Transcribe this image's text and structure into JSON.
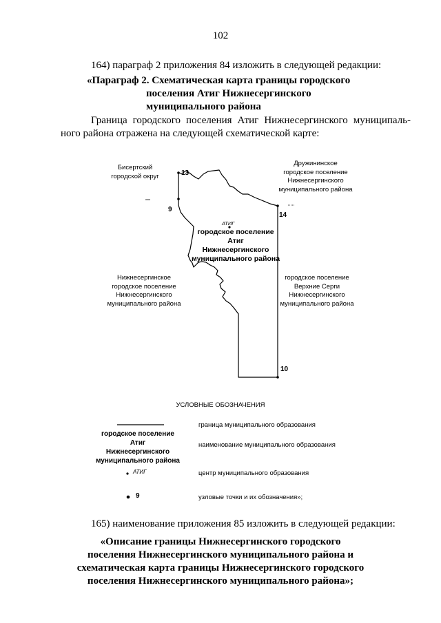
{
  "page_number": "102",
  "item164": {
    "intro": "164) параграф 2 приложения 84 изложить в следующей редакции:",
    "title_line1": "«Параграф 2. Схематическая карта границы городского",
    "title_line2": "поселения Атиг Нижнесергинского",
    "title_line3": "муниципального района",
    "body_line1": "Граница городского поселения Атиг Нижнесергинского муниципаль-",
    "body_line2": "ного района отражена на следующей схематической карте:"
  },
  "map": {
    "neighbors": {
      "top_left_line1": "Бисертский",
      "top_left_line2": "городской округ",
      "top_right_line1": "Дружининское",
      "top_right_line2": "городское поселение",
      "top_right_line3": "Нижнесергинского",
      "top_right_line4": "муниципального района",
      "mid_left_line1": "Нижнесергинское",
      "mid_left_line2": "городское поселение",
      "mid_left_line3": "Нижнесергинского",
      "mid_left_line4": "муниципального района",
      "mid_right_line1": "городское поселение",
      "mid_right_line2": "Верхние Серги",
      "mid_right_line3": "Нижнесергинского",
      "mid_right_line4": "муниципального района"
    },
    "center_name": "АТИГ",
    "area_label_line1": "городское поселение",
    "area_label_line2": "Атиг",
    "area_label_line3": "Нижнесергинского",
    "area_label_line4": "муниципального района",
    "nodes": {
      "n13": "13",
      "n9": "9",
      "n14": "14",
      "n10": "10"
    }
  },
  "legend": {
    "heading": "УСЛОВНЫЕ ОБОЗНАЧЕНИЯ",
    "boundary_text": "граница муниципального образования",
    "name_sample_line1": "городское поселение",
    "name_sample_line2": "Атиг",
    "name_sample_line3": "Нижнесергинского",
    "name_sample_line4": "муниципального района",
    "name_text": "наименование муниципального образования",
    "center_sample": "АТИГ",
    "center_text": "центр муниципального образования",
    "node_sample": "9",
    "node_text": "узловые точки и их обозначения»;"
  },
  "item165": {
    "intro": "165) наименование приложения 85 изложить в следующей редакции:",
    "title_line1": "«Описание границы Нижнесергинского городского",
    "title_line2": "поселения Нижнесергинского муниципального района и",
    "title_line3": "схематическая карта границы Нижнесергинского городского",
    "title_line4": "поселения Нижнесергинского муниципального района»;"
  }
}
